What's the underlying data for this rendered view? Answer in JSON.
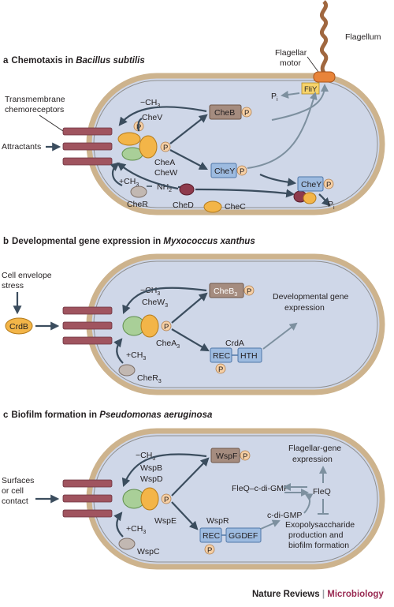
{
  "panels": {
    "a": {
      "letter": "a",
      "title": "Chemotaxis in ",
      "organism": "Bacillus subtilis",
      "flagellum": "Flagellum",
      "flagellar_motor_line1": "Flagellar",
      "flagellar_motor_line2": "motor",
      "receptors_line1": "Transmembrane",
      "receptors_line2": "chemoreceptors",
      "attractants": "Attractants",
      "methyl_minus": "−CH",
      "methyl_plus": "+CH",
      "methyl_sub": "3",
      "chev": "CheV",
      "chea": "CheA",
      "chew": "CheW",
      "cher": "CheR",
      "ched": "CheD",
      "chec": "CheC",
      "cheb": "CheB",
      "chey": "CheY",
      "fliy": "FliY",
      "nh2": "NH",
      "nh2_sub": "2",
      "p": "P",
      "pi": "P",
      "pi_sub": "i"
    },
    "b": {
      "letter": "b",
      "title": "Developmental gene expression in ",
      "organism": "Myxococcus xanthus",
      "stress_line1": "Cell envelope",
      "stress_line2": "stress",
      "crdb": "CrdB",
      "methyl_minus": "−CH",
      "methyl_plus": "+CH",
      "methyl_sub": "3",
      "chew": "CheW",
      "chea": "CheA",
      "cher": "CheR",
      "cheb": "CheB",
      "sub3": "3",
      "crda": "CrdA",
      "rec": "REC",
      "hth": "HTH",
      "p": "P",
      "output_line1": "Developmental gene",
      "output_line2": "expression"
    },
    "c": {
      "letter": "c",
      "title": "Biofilm formation in ",
      "organism": "Pseudomonas aeruginosa",
      "input_line1": "Surfaces",
      "input_line2": "or cell",
      "input_line3": "contact",
      "methyl_minus": "−CH",
      "methyl_plus": "+CH",
      "methyl_sub": "3",
      "wspb": "WspB",
      "wspd": "WspD",
      "wspe": "WspE",
      "wspc": "WspC",
      "wspf": "WspF",
      "wspr": "WspR",
      "rec": "REC",
      "ggdef": "GGDEF",
      "p": "P",
      "flagellar_line1": "Flagellar-gene",
      "flagellar_line2": "expression",
      "fleq_complex": "FleQ–c-di-GMP",
      "fleq": "FleQ",
      "cdigmp": "c-di-GMP",
      "eps_line1": "Exopolysaccharide",
      "eps_line2": "production and",
      "eps_line3": "biofilm formation"
    }
  },
  "footer": {
    "journal": "Nature Reviews",
    "separator": " | ",
    "section": "Microbiology"
  },
  "colors": {
    "cell_fill": "#cfd7e8",
    "cell_wall": "#cdb38d",
    "receptor": "#a0545f",
    "chea_orange": "#f3b548",
    "chew_green": "#a9cf98",
    "response_blue": "#9dbbe0",
    "methylesterase_brown": "#a58c7f",
    "phosphate": "#f6cfa4",
    "flagellum": "#a0673f",
    "motor": "#e8843a",
    "ched_maroon": "#8e3a4c",
    "section_accent": "#9a2b53"
  }
}
